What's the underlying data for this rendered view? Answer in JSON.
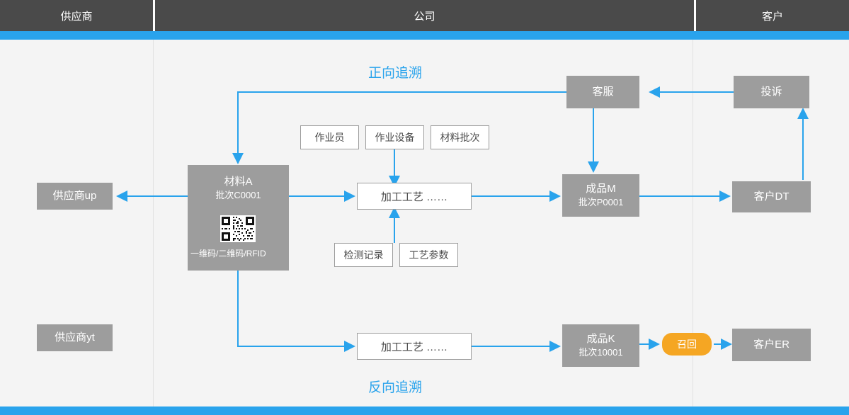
{
  "header": {
    "columns": [
      {
        "label": "供应商"
      },
      {
        "label": "公司"
      },
      {
        "label": "客户"
      }
    ]
  },
  "titles": {
    "forward": "正向追溯",
    "reverse": "反向追溯"
  },
  "colors": {
    "header_bg": "#4a4a4a",
    "band_blue": "#29a3ec",
    "node_gray": "#9d9d9d",
    "canvas_bg": "#f4f4f4",
    "accent_orange": "#f5a623",
    "arrow_blue": "#29a3ec"
  },
  "nodes": {
    "supplier_up": {
      "label": "供应商up"
    },
    "supplier_yt": {
      "label": "供应商yt"
    },
    "material_a": {
      "title": "材料A",
      "batch": "批次C0001",
      "code_caption": "一维码/二维码/RFID",
      "qr_name": "qr-code"
    },
    "process_top": {
      "label": "加工工艺  ……"
    },
    "process_bottom": {
      "label": "加工工艺  ……"
    },
    "product_m": {
      "title": "成品M",
      "batch": "批次P0001"
    },
    "product_k": {
      "title": "成品K",
      "batch": "批次10001"
    },
    "customer_service": {
      "label": "客服"
    },
    "complaint": {
      "label": "投诉"
    },
    "customer_dt": {
      "label": "客户DT"
    },
    "customer_er": {
      "label": "客户ER"
    },
    "recall": {
      "label": "召回"
    }
  },
  "attributes": {
    "operator": "作业员",
    "equipment": "作业设备",
    "material_batch": "材料批次",
    "inspection_record": "检测记录",
    "process_parameter": "工艺参数"
  }
}
